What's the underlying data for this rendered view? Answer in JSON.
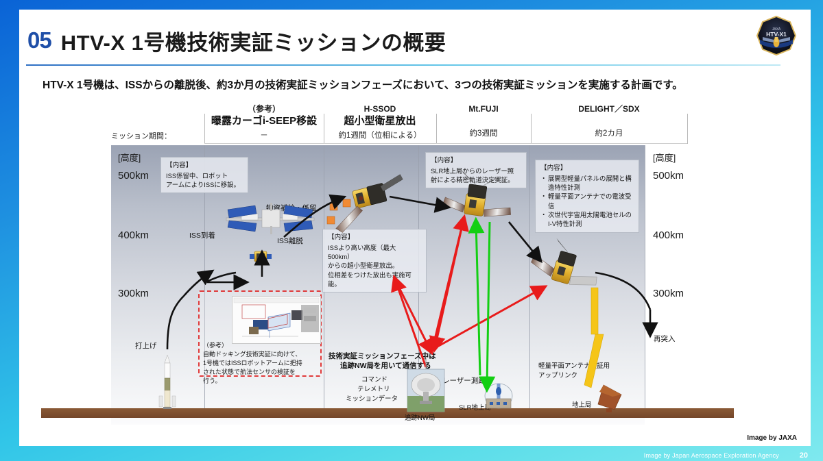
{
  "slide": {
    "number": "05",
    "title": "HTV-X 1号機技術実証ミッションの概要",
    "lead": "HTV-X 1号機は、ISSからの離脱後、約3か月の技術実証ミッションフェーズにおいて、3つの技術実証ミッションを実施する計画です。",
    "emblem_alt": "htv-x1-mission-emblem",
    "page_number": "20",
    "footer_credit": "Image by Japan Aerospace Exploration Agency",
    "image_credit": "Image by JAXA",
    "accent_color": "#1f4fa8",
    "band_color": "#31c5e8"
  },
  "timeline": {
    "period_label": "ミッション期間：",
    "columns": [
      {
        "id": "i-seep",
        "ref": "（参考）",
        "name": "曝露カーゴi-SEEP移設",
        "duration": "－"
      },
      {
        "id": "h-ssod",
        "ref": "H-SSOD",
        "name": "超小型衛星放出",
        "duration": "約1週間（位相による）"
      },
      {
        "id": "mt-fuji",
        "ref": "Mt.FUJI",
        "name": "",
        "duration": "約3週間"
      },
      {
        "id": "delight-sdx",
        "ref": "DELIGHT／SDX",
        "name": "",
        "duration": "約2カ月"
      }
    ]
  },
  "altitude": {
    "header": "[高度]",
    "ticks": [
      "500km",
      "400km",
      "300km"
    ]
  },
  "content_boxes": [
    {
      "id": "iseep-content",
      "title": "【内容】",
      "lines": [
        "ISS係留中、ロボット",
        "アームによりISSに移設。"
      ]
    },
    {
      "id": "hssod-content",
      "title": "【内容】",
      "lines": [
        "ISSより高い高度（最大500km）",
        "からの超小型衛星放出。",
        "位相差をつけた放出も実施可能。"
      ]
    },
    {
      "id": "mtfuji-content",
      "title": "【内容】",
      "lines": [
        "SLR地上局からのレーザー照",
        "射による精密軌道決定実証。"
      ]
    },
    {
      "id": "delight-content",
      "title": "【内容】",
      "bullets": [
        "展開型軽量パネルの展開と構造特性計測",
        "軽量平面アンテナでの電波受信",
        "次世代宇宙用太陽電池セルのI-V特性計測"
      ]
    }
  ],
  "labels": {
    "launch": "打上げ",
    "iss_arrival": "ISS到着",
    "iss_departure": "ISS離脱",
    "cargo_supply": "物資補給・係留",
    "reentry": "再突入",
    "laser_ranging": "レーザー測距",
    "slr_station": "SLR地上局",
    "ground_station": "地上局",
    "tracking_station": "追跡NW局",
    "uplink_line1": "軽量平面アンテナ検証用",
    "uplink_line2": "アップリンク",
    "comm_note_line1": "技術実証ミッションフェーズ中は",
    "comm_note_line2": "追跡NW局を用いて通信する",
    "comm_items": [
      "コマンド",
      "テレメトリ",
      "ミッションデータ"
    ]
  },
  "reference_note": {
    "tag": "（参考）",
    "lines": [
      "自動ドッキング技術実証に向けて、",
      "1号機ではISSロボットアームに把持",
      "された状態で航法センサの検証を",
      "行う。"
    ]
  }
}
